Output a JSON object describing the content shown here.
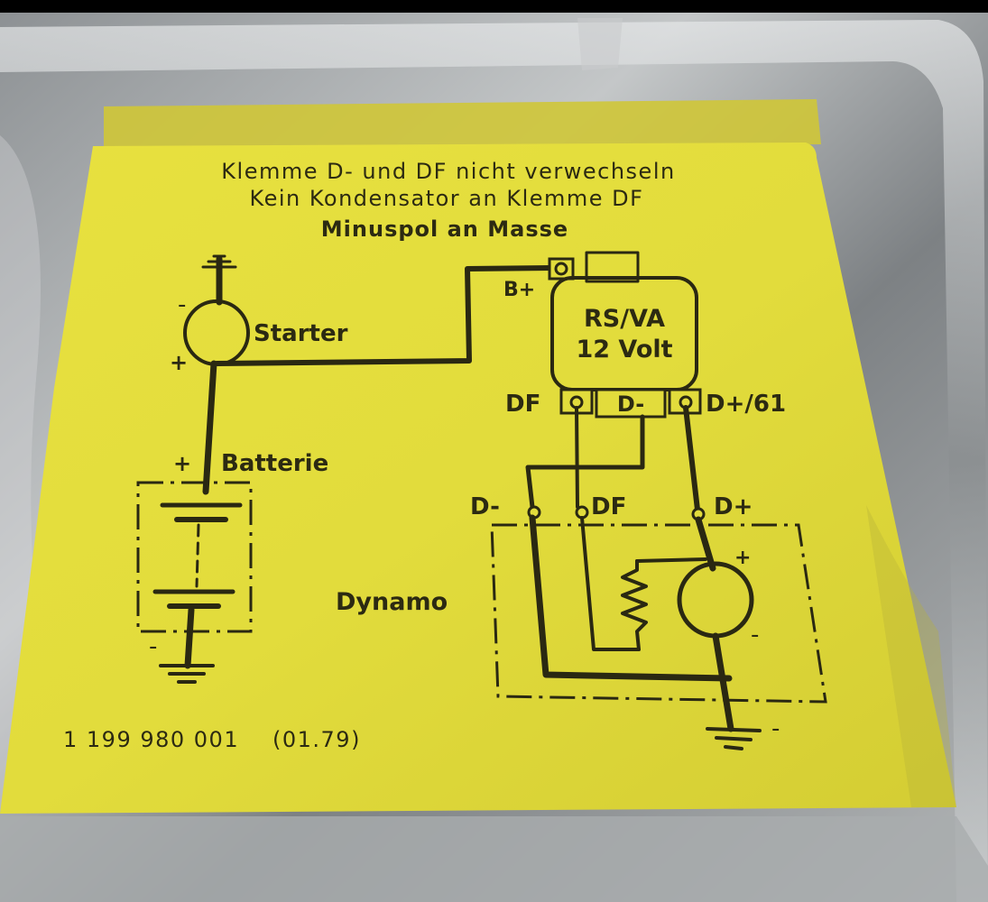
{
  "label": {
    "warning_line1": "Klemme D- und DF nicht verwechseln",
    "warning_line2": "Kein Kondensator an Klemme DF",
    "warning_line3": "Minuspol an Masse",
    "part_number": "1 199 980 001",
    "date_code": "(01.79)"
  },
  "components": {
    "starter": "Starter",
    "battery": "Batterie",
    "dynamo": "Dynamo",
    "regulator_name": "RS/VA",
    "regulator_voltage": "12 Volt"
  },
  "terminals": {
    "b_plus": "B+",
    "reg_df": "DF",
    "reg_d_minus": "D-",
    "reg_d_plus_61": "D+/61",
    "dyn_d_minus": "D-",
    "dyn_df": "DF",
    "dyn_d_plus": "D+"
  },
  "polarity": {
    "plus": "+",
    "minus": "-"
  },
  "colors": {
    "label_yellow": "#e2dc3c",
    "ink": "#2a2812",
    "metal": "#9ea2a4"
  }
}
